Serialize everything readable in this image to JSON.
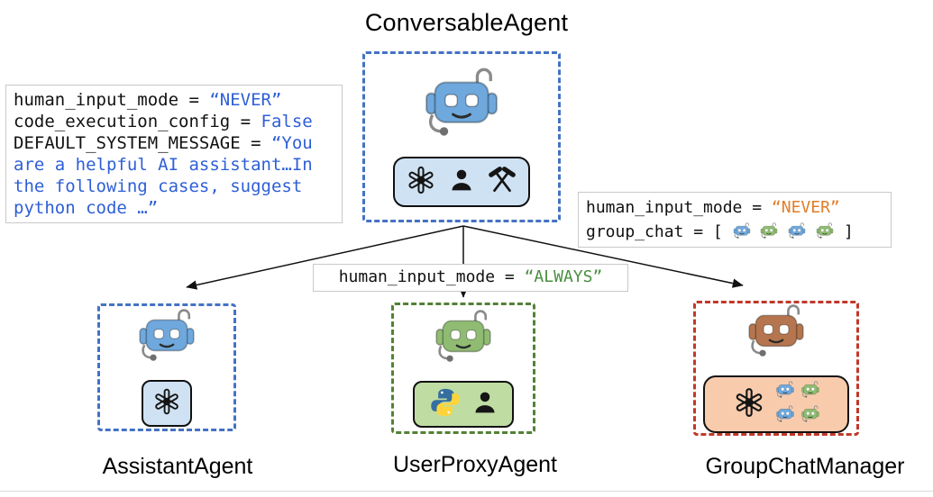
{
  "title": "ConversableAgent",
  "left_config": {
    "l1_key": "human_input_mode = ",
    "l1_val": "“NEVER”",
    "l2_key": "code_execution_config = ",
    "l2_val": "False",
    "l3_key": "DEFAULT_SYSTEM_MESSAGE = ",
    "l3_val": "“You are a helpful AI assistant…In the following cases, suggest python code …”"
  },
  "mid_config": {
    "key": "human_input_mode = ",
    "val": "“ALWAYS”"
  },
  "right_config": {
    "l1_key": "human_input_mode = ",
    "l1_val": "“NEVER”",
    "l2_open": "group_chat = [",
    "l2_close": "]"
  },
  "agents": {
    "conversable": {
      "label": "ConversableAgent"
    },
    "assistant": {
      "label": "AssistantAgent"
    },
    "user_proxy": {
      "label": "UserProxyAgent"
    },
    "group_chat_manager": {
      "label": "GroupChatManager"
    }
  },
  "icons": {
    "robot": "robot-head-with-headset",
    "openai": "openai-knot-logo",
    "person": "person-silhouette",
    "tools": "crossed-hammer-and-pick",
    "python": "python-two-snakes-logo"
  },
  "colors": {
    "blue-dash": "#4472C4",
    "blue-agent": "#6FA8DC",
    "blue-chip": "#CFE2F3",
    "green-dash": "#538135",
    "green-agent": "#8FBC72",
    "green-chip": "#BFDCA2",
    "red-dash": "#C0392B",
    "brown-agent": "#B5764F",
    "peach-chip": "#F8CBAD",
    "code-blue": "#2E5FD7",
    "code-orange": "#E07E2A",
    "code-green": "#478F3E"
  }
}
